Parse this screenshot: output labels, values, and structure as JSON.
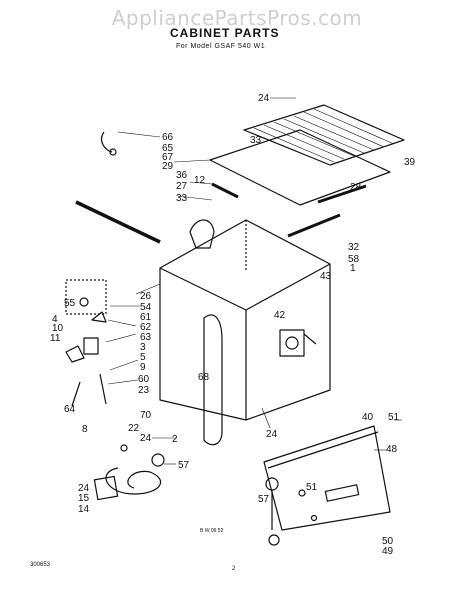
{
  "watermark": "AppliancePartsPros.com",
  "header": {
    "title": "CABINET PARTS",
    "subtitle": "For Model GSAF 540 W1"
  },
  "footer": {
    "left_code": "300653",
    "page_number": "2",
    "small_code": "B W  09 52"
  },
  "callouts": [
    "24",
    "66",
    "65",
    "67",
    "29",
    "33",
    "36",
    "12",
    "27",
    "33",
    "39",
    "28",
    "32",
    "58",
    "1",
    "43",
    "26",
    "55",
    "54",
    "4",
    "61",
    "10",
    "62",
    "11",
    "63",
    "3",
    "5",
    "9",
    "60",
    "23",
    "64",
    "8",
    "42",
    "68",
    "70",
    "22",
    "24",
    "2",
    "24",
    "40",
    "51",
    "48",
    "24",
    "15",
    "14",
    "57",
    "57",
    "51",
    "50",
    "49"
  ],
  "parts": {
    "cabinet": "cabinet",
    "top_panel": "top-panel",
    "front_panel": "front-panel",
    "top_rail": "top-rail"
  }
}
